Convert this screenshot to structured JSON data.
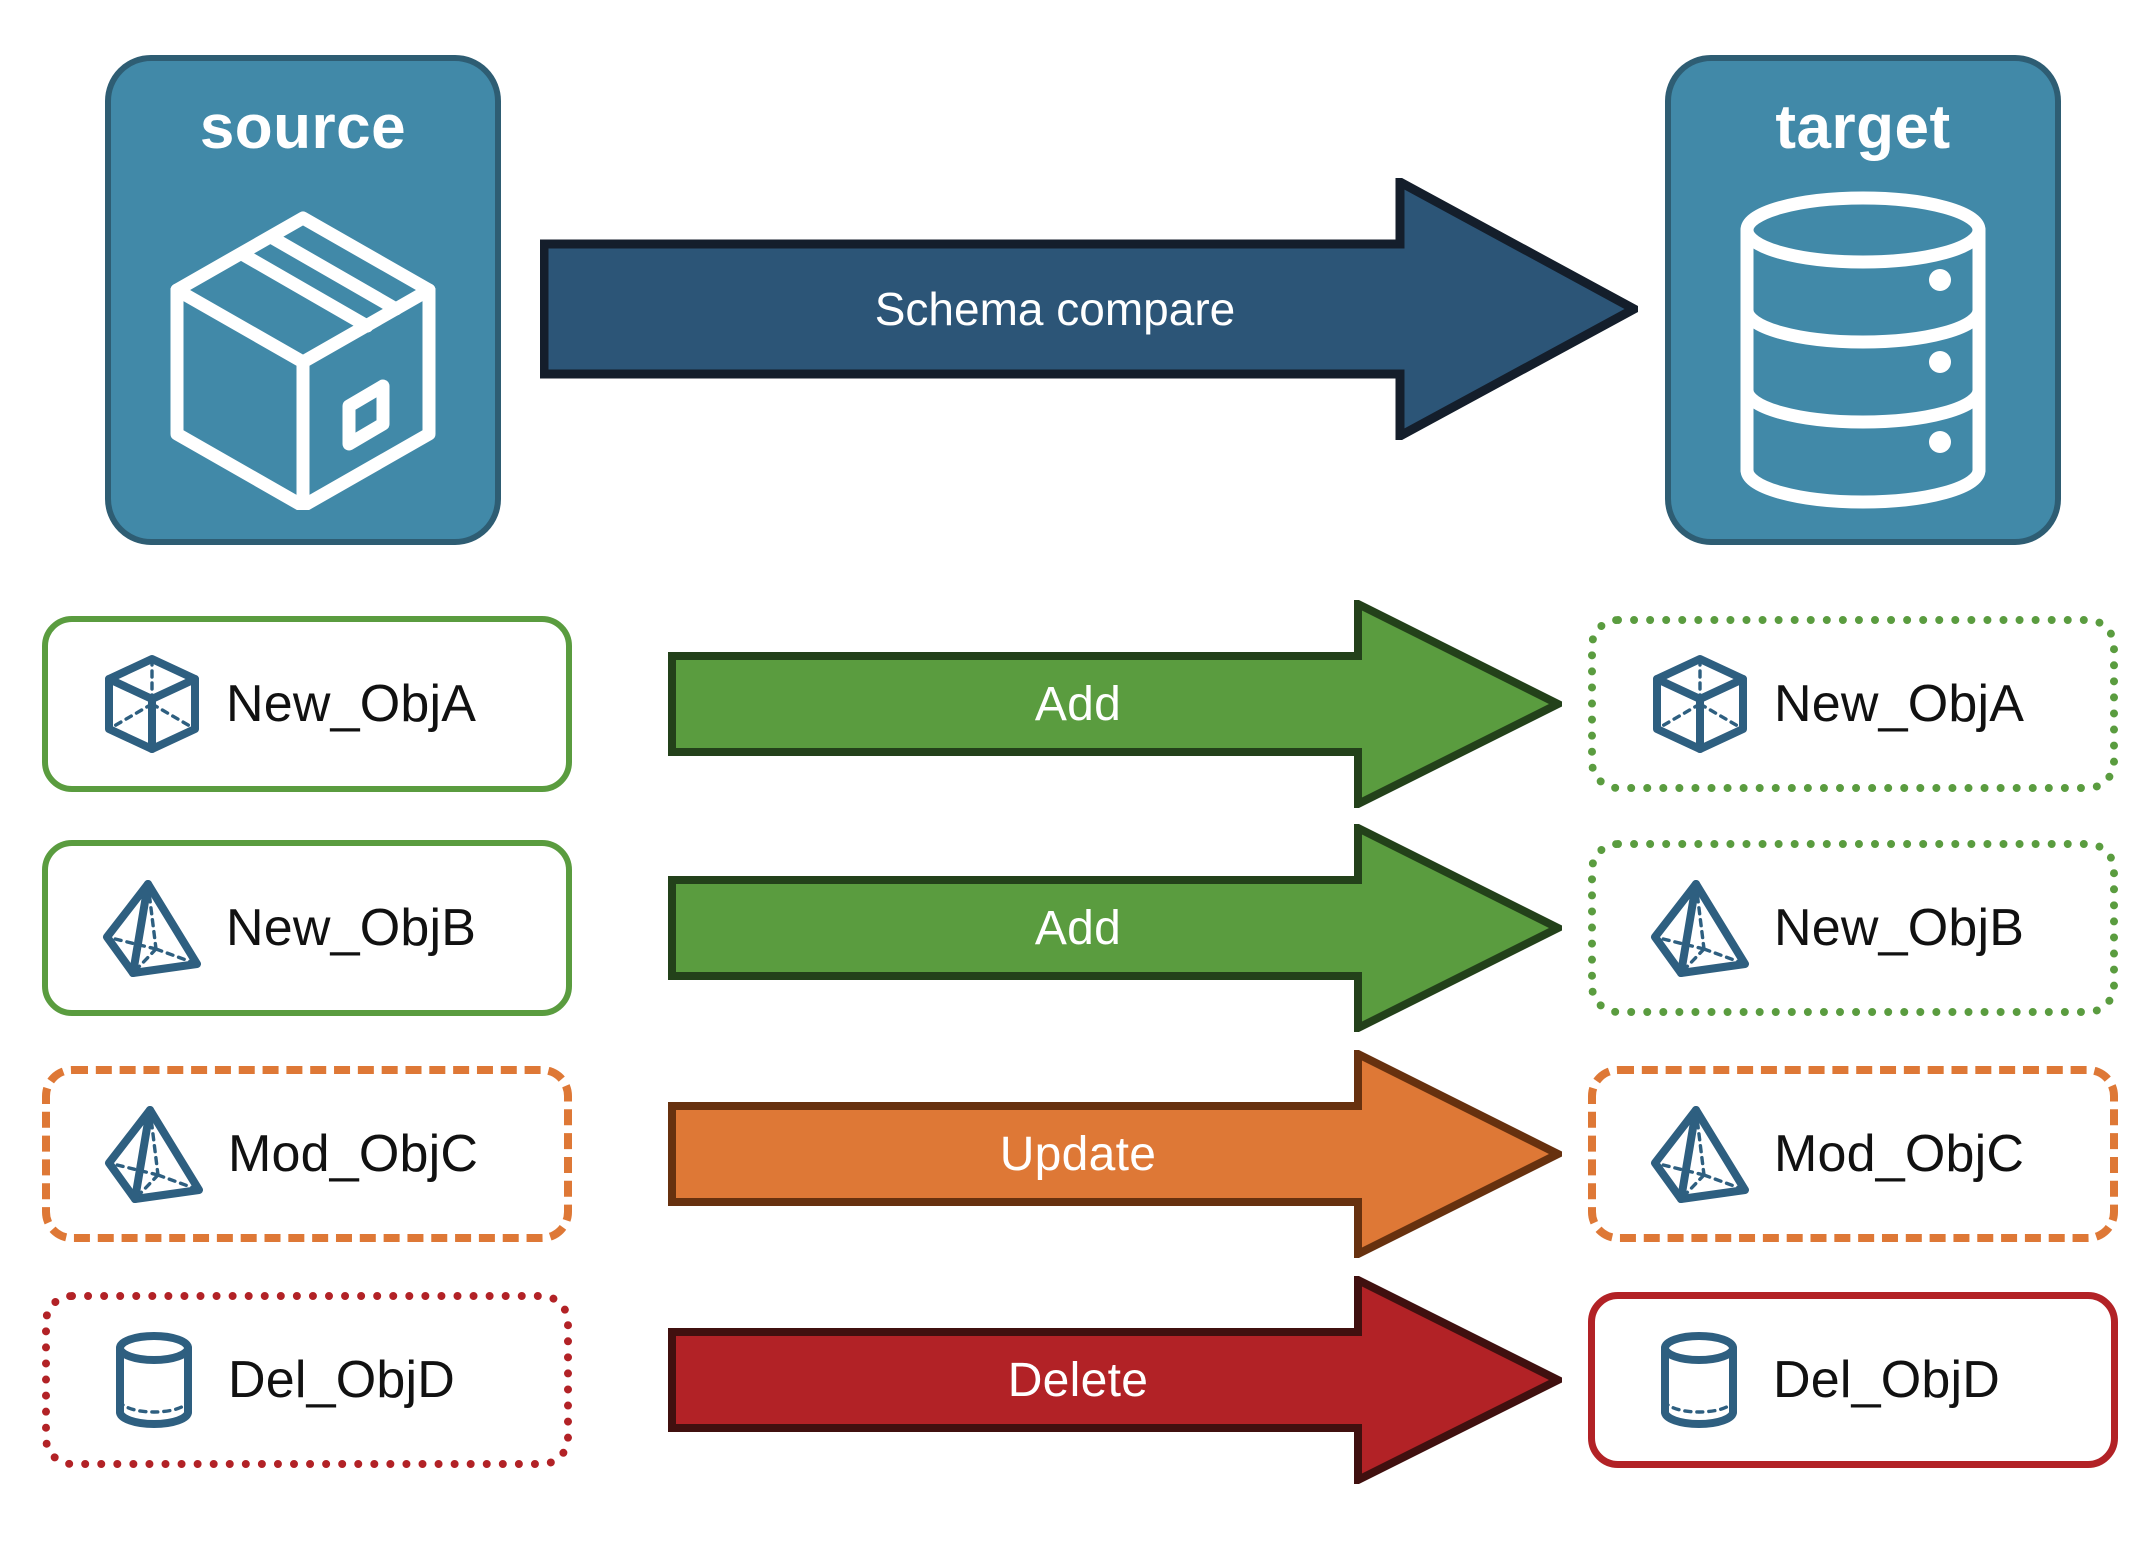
{
  "diagram": {
    "title": "Schema compare between source and target",
    "background": "#ffffff"
  },
  "endpoints": {
    "source": {
      "label": "source",
      "icon": "package-box-icon",
      "fill": "#4189A8",
      "border": "#2E5D73",
      "text_color": "#ffffff"
    },
    "target": {
      "label": "target",
      "icon": "database-cylinder-icon",
      "fill": "#4189A8",
      "border": "#2E5D73",
      "text_color": "#ffffff"
    }
  },
  "main_arrow": {
    "label": "Schema compare",
    "fill": "#2C5577",
    "border": "#141E2B",
    "text_color": "#ffffff",
    "direction": "right"
  },
  "rows": [
    {
      "source": {
        "label": "New_ObjA",
        "icon": "wireframe-cube-icon",
        "border_style": "solid",
        "border_color": "#5A9C3F"
      },
      "arrow": {
        "label": "Add",
        "fill": "#5A9C3F",
        "border": "#23411A",
        "text_color": "#ffffff"
      },
      "target": {
        "label": "New_ObjA",
        "icon": "wireframe-cube-icon",
        "border_style": "dotted",
        "border_color": "#5A9C3F"
      }
    },
    {
      "source": {
        "label": "New_ObjB",
        "icon": "wireframe-pyramid-icon",
        "border_style": "solid",
        "border_color": "#5A9C3F"
      },
      "arrow": {
        "label": "Add",
        "fill": "#5A9C3F",
        "border": "#23411A",
        "text_color": "#ffffff"
      },
      "target": {
        "label": "New_ObjB",
        "icon": "wireframe-pyramid-icon",
        "border_style": "dotted",
        "border_color": "#5A9C3F"
      }
    },
    {
      "source": {
        "label": "Mod_ObjC",
        "icon": "wireframe-pyramid-icon",
        "border_style": "dashed",
        "border_color": "#DE7836"
      },
      "arrow": {
        "label": "Update",
        "fill": "#DE7836",
        "border": "#67310F",
        "text_color": "#ffffff"
      },
      "target": {
        "label": "Mod_ObjC",
        "icon": "wireframe-pyramid-icon",
        "border_style": "dashed",
        "border_color": "#DE7836"
      }
    },
    {
      "source": {
        "label": "Del_ObjD",
        "icon": "wireframe-cylinder-icon",
        "border_style": "dotted",
        "border_color": "#B22226"
      },
      "arrow": {
        "label": "Delete",
        "fill": "#B22226",
        "border": "#40100F",
        "text_color": "#ffffff"
      },
      "target": {
        "label": "Del_ObjD",
        "icon": "wireframe-cylinder-icon",
        "border_style": "solid",
        "border_color": "#B22226"
      }
    }
  ],
  "palette": {
    "endpoint_fill": "#4189A8",
    "endpoint_border": "#2E5D73",
    "add_green": "#5A9C3F",
    "update_orange": "#DE7836",
    "delete_red": "#B22226",
    "icon_blue": "#2E5F80",
    "main_arrow_blue": "#2C5577"
  }
}
